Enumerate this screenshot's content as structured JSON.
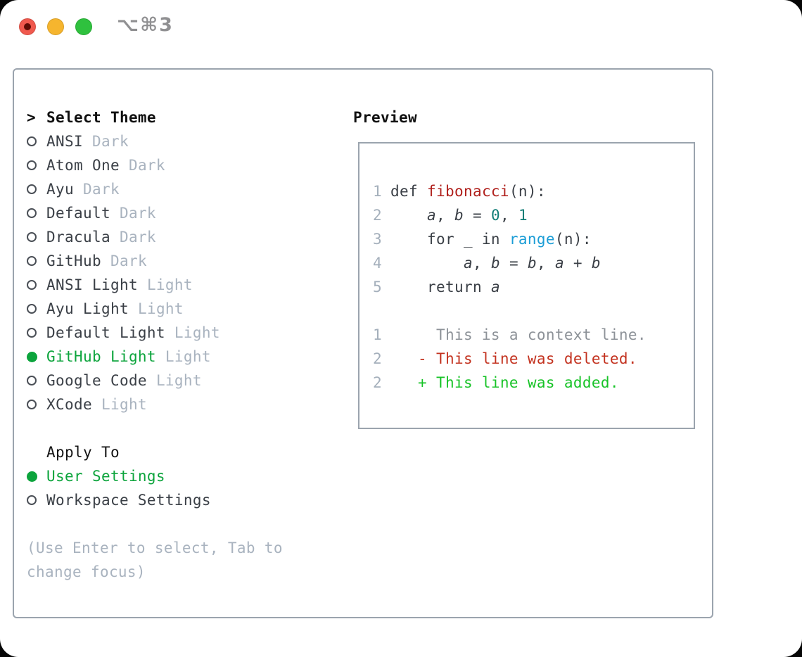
{
  "window": {
    "shortcut_label": "⌥⌘3"
  },
  "theme_panel": {
    "header": {
      "prompt": ">",
      "label": "Select Theme"
    },
    "themes": [
      {
        "name": "ANSI",
        "variant": "Dark",
        "selected": false
      },
      {
        "name": "Atom One",
        "variant": "Dark",
        "selected": false
      },
      {
        "name": "Ayu",
        "variant": "Dark",
        "selected": false
      },
      {
        "name": "Default",
        "variant": "Dark",
        "selected": false
      },
      {
        "name": "Dracula",
        "variant": "Dark",
        "selected": false
      },
      {
        "name": "GitHub",
        "variant": "Dark",
        "selected": false
      },
      {
        "name": "ANSI Light",
        "variant": "Light",
        "selected": false
      },
      {
        "name": "Ayu Light",
        "variant": "Light",
        "selected": false
      },
      {
        "name": "Default Light",
        "variant": "Light",
        "selected": false
      },
      {
        "name": "GitHub Light",
        "variant": "Light",
        "selected": true
      },
      {
        "name": "Google Code",
        "variant": "Light",
        "selected": false
      },
      {
        "name": "XCode",
        "variant": "Light",
        "selected": false
      }
    ],
    "apply_to": {
      "label": "Apply To",
      "options": [
        {
          "name": "User Settings",
          "selected": true
        },
        {
          "name": "Workspace Settings",
          "selected": false
        }
      ]
    },
    "hint_lines": [
      "(Use Enter to select, Tab to",
      "change focus)"
    ]
  },
  "preview": {
    "title": "Preview",
    "code_lines": [
      {
        "num": "1",
        "tokens": [
          {
            "t": "def ",
            "c": "kw"
          },
          {
            "t": "fibonacci",
            "c": "fn"
          },
          {
            "t": "(n):",
            "c": "plain"
          }
        ]
      },
      {
        "num": "2",
        "tokens": [
          {
            "t": "    ",
            "c": "plain"
          },
          {
            "t": "a",
            "c": "var"
          },
          {
            "t": ", ",
            "c": "plain"
          },
          {
            "t": "b",
            "c": "var"
          },
          {
            "t": " = ",
            "c": "plain"
          },
          {
            "t": "0",
            "c": "num"
          },
          {
            "t": ", ",
            "c": "plain"
          },
          {
            "t": "1",
            "c": "num"
          }
        ]
      },
      {
        "num": "3",
        "tokens": [
          {
            "t": "    for _ in ",
            "c": "plain"
          },
          {
            "t": "range",
            "c": "builtin"
          },
          {
            "t": "(n):",
            "c": "plain"
          }
        ]
      },
      {
        "num": "4",
        "tokens": [
          {
            "t": "        ",
            "c": "plain"
          },
          {
            "t": "a",
            "c": "var"
          },
          {
            "t": ", ",
            "c": "plain"
          },
          {
            "t": "b",
            "c": "var"
          },
          {
            "t": " = ",
            "c": "plain"
          },
          {
            "t": "b",
            "c": "var"
          },
          {
            "t": ", ",
            "c": "plain"
          },
          {
            "t": "a",
            "c": "var"
          },
          {
            "t": " + ",
            "c": "plain"
          },
          {
            "t": "b",
            "c": "var"
          }
        ]
      },
      {
        "num": "5",
        "tokens": [
          {
            "t": "    return ",
            "c": "plain"
          },
          {
            "t": "a",
            "c": "var"
          }
        ]
      },
      {
        "num": "",
        "tokens": []
      },
      {
        "num": "1",
        "tokens": [
          {
            "t": "     This is a context line.",
            "c": "ctx"
          }
        ]
      },
      {
        "num": "2",
        "tokens": [
          {
            "t": "   - This line was deleted.",
            "c": "del"
          }
        ]
      },
      {
        "num": "2",
        "tokens": [
          {
            "t": "   + This line was added.",
            "c": "add"
          }
        ]
      }
    ]
  },
  "colors": {
    "selected_green": "#0ca43c",
    "added_green": "#17c327",
    "deleted_red": "#c3321f",
    "function_red": "#b0201c",
    "number_teal": "#0f7d76",
    "builtin_blue": "#1b9dd6",
    "muted_gray": "#a9b3bf",
    "border_gray": "#9ba4ae",
    "traffic_red": "#f0594e",
    "traffic_yellow": "#f6b52e",
    "traffic_green": "#2fc13e"
  }
}
